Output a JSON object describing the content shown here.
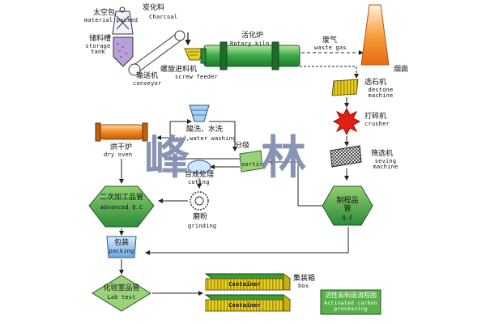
{
  "nodes": {
    "packed_material": {
      "zh": "太空包",
      "en": "material packed"
    },
    "storage_tank": {
      "zh": "储料槽",
      "en": "storage tank"
    },
    "charcoal": {
      "zh": "炭化料",
      "en": "Charcoal"
    },
    "conveyor": {
      "zh": "输送机",
      "en": "conveyor"
    },
    "screw_feeder": {
      "zh": "螺旋进料机",
      "en": "screw feeder"
    },
    "rotary_kiln": {
      "zh": "活化炉",
      "en": "Rotary kiln"
    },
    "waste_gas": {
      "zh": "废气",
      "en": "waste gas"
    },
    "chimney": {
      "zh": "烟囱",
      "en": ""
    },
    "destone": {
      "zh": "选石机",
      "en": "destone machine"
    },
    "crusher": {
      "zh": "打碎机",
      "en": "crusher"
    },
    "seving": {
      "zh": "筛选机",
      "en": "seving machine"
    },
    "qc": {
      "zh": "制程品管",
      "en": "Q.C"
    },
    "sorting": {
      "zh": "分级",
      "en": "sorting"
    },
    "acid_washing": {
      "zh": "酸洗、水洗",
      "en": "acid,water washing"
    },
    "coating": {
      "zh": "合成处理",
      "en": "coting"
    },
    "grinding": {
      "zh": "磨粉",
      "en": "grinding"
    },
    "dry_oven": {
      "zh": "烘干炉",
      "en": "dry oven"
    },
    "advanced_qc": {
      "zh": "二次加工品管",
      "en": "advanced Q.C"
    },
    "packing": {
      "zh": "包装",
      "en": "packing"
    },
    "lab_test": {
      "zh": "化验室品管",
      "en": "Lab test"
    },
    "container_top": {
      "label": "Container"
    },
    "container_bottom": {
      "label": "Container"
    },
    "box": {
      "zh": "集装箱",
      "en": "box"
    }
  },
  "legend": {
    "zh": "活性炭制造流程图",
    "en": "Activated carbon processing"
  },
  "watermark": {
    "left": "峰",
    "right": "林"
  },
  "colors": {
    "green": "#1e8c3a",
    "green_light": "#6cc04a",
    "blue": "#7fb0e0",
    "orange": "#f07a10",
    "yellow": "#e8d020",
    "purple": "#b8a0d8",
    "red": "#e02010"
  }
}
